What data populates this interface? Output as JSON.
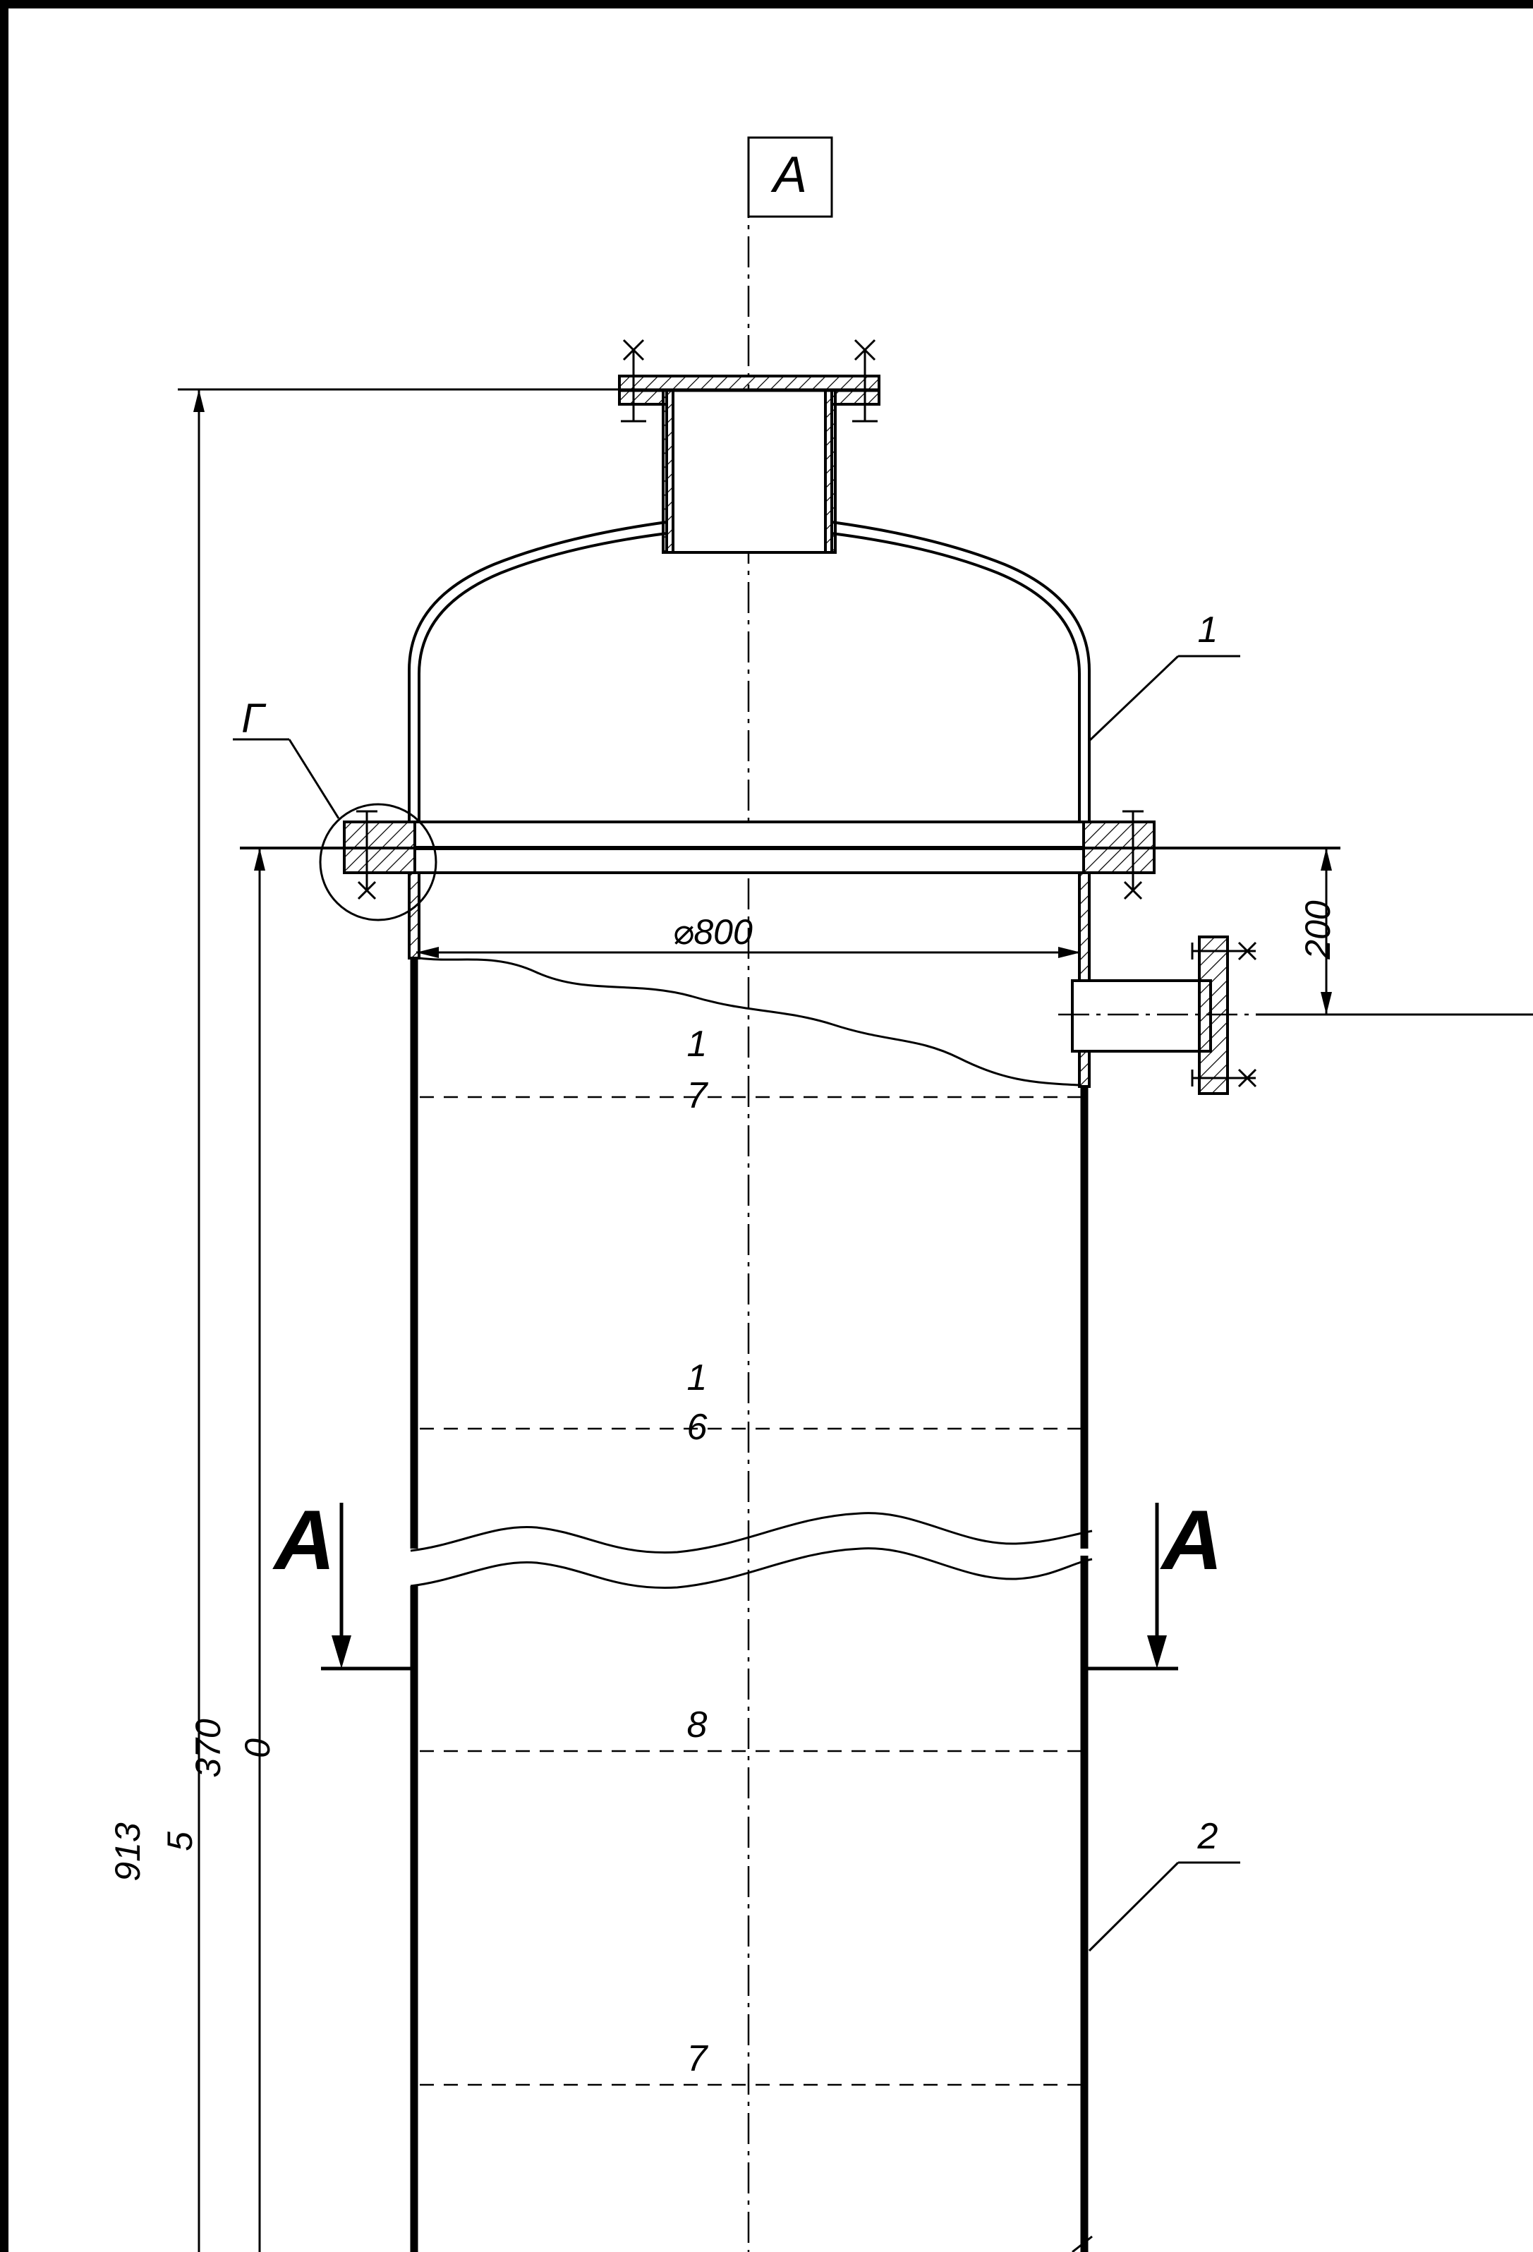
{
  "section_mark": {
    "top_label": "А",
    "left_label": "А",
    "right_label": "А"
  },
  "detail_mark": {
    "label": "Г"
  },
  "dimensions": {
    "diameter": "⌀800",
    "nozzle_offset": "200",
    "overall_height_line1": "913",
    "overall_height_line2": "5",
    "lower_height_line1": "370",
    "lower_height_line2": "0"
  },
  "callouts": {
    "shell_top": "1",
    "shell_body": "2"
  },
  "tray_labels": [
    {
      "line1": "1",
      "line2": "7"
    },
    {
      "line1": "1",
      "line2": "6"
    },
    {
      "line1": "8",
      "line2": ""
    },
    {
      "line1": "7",
      "line2": ""
    }
  ],
  "colors": {
    "line": "#000000",
    "paper": "#ffffff"
  }
}
